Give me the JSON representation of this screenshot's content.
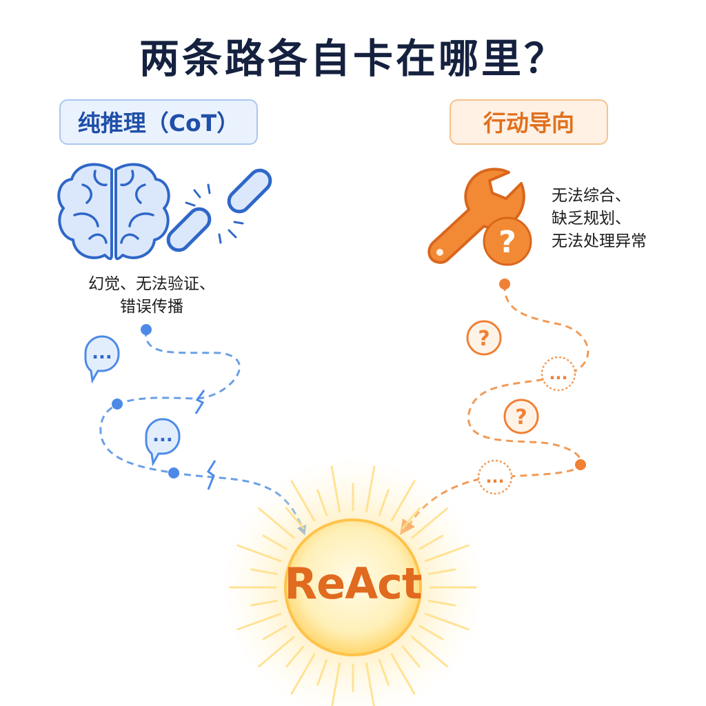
{
  "title": "两条路各自卡在哪里？",
  "left": {
    "label": "纯推理（CoT）",
    "caption_lines": [
      "幻觉、无法验证、",
      "错误传播"
    ],
    "bubble_text": "...",
    "color": "#2f6fd6"
  },
  "right": {
    "label": "行动导向",
    "caption_lines": [
      "无法综合、",
      "缺乏规划、",
      "无法处理异常"
    ],
    "question_mark": "?",
    "bubble_text": "...",
    "color": "#ee7d2b"
  },
  "center": {
    "label": "ReAct",
    "color": "#e06a1f"
  }
}
